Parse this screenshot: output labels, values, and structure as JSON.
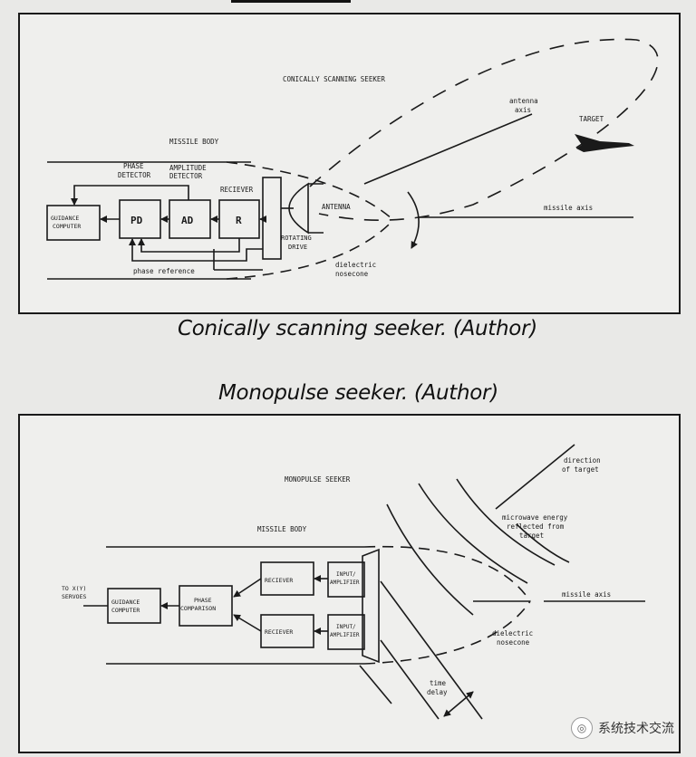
{
  "top": {
    "title": "CONICALLY SCANNING SEEKER",
    "missile_body": "MISSILE BODY",
    "phase_detector": [
      "PHASE",
      "DETECTOR"
    ],
    "amplitude_detector": [
      "AMPLITUDE",
      "DETECTOR"
    ],
    "reciever": "RECIEVER",
    "guidance_computer": [
      "GUIDANCE",
      "COMPUTER"
    ],
    "pd": "PD",
    "ad": "AD",
    "r": "R",
    "rotating_drive": [
      "ROTATING",
      "DRIVE"
    ],
    "antenna": "ANTENNA",
    "antenna_axis": [
      "antenna",
      "axis"
    ],
    "target": "TARGET",
    "missile_axis": "missile axis",
    "dielectric_nosecone": [
      "dielectric",
      "nosecone"
    ],
    "phase_reference": "phase reference"
  },
  "bottom": {
    "title": "MONOPULSE SEEKER",
    "missile_body": "MISSILE BODY",
    "to_servos": [
      "TO X(Y)",
      "SERVOES"
    ],
    "guidance_computer": [
      "GUIDANCE",
      "COMPUTER"
    ],
    "phase_comparison": [
      "PHASE",
      "COMPARISON"
    ],
    "reciever_upper": "RECIEVER",
    "reciever_lower": "RECIEVER",
    "input_amp_upper": [
      "INPUT/",
      "AMPLIFIER"
    ],
    "input_amp_lower": [
      "INPUT/",
      "AMPLIFIER"
    ],
    "direction_of_target": [
      "direction",
      "of target"
    ],
    "microwave_energy": [
      "microwave energy",
      "reflected from",
      "target"
    ],
    "missile_axis": "missile axis",
    "dielectric_nosecone": [
      "dielectric",
      "nosecone"
    ],
    "time_delay": [
      "time",
      "delay"
    ]
  },
  "captions": {
    "top": "Conically scanning seeker. (Author)",
    "bottom": "Monopulse seeker. (Author)"
  },
  "watermark": "系统技术交流"
}
